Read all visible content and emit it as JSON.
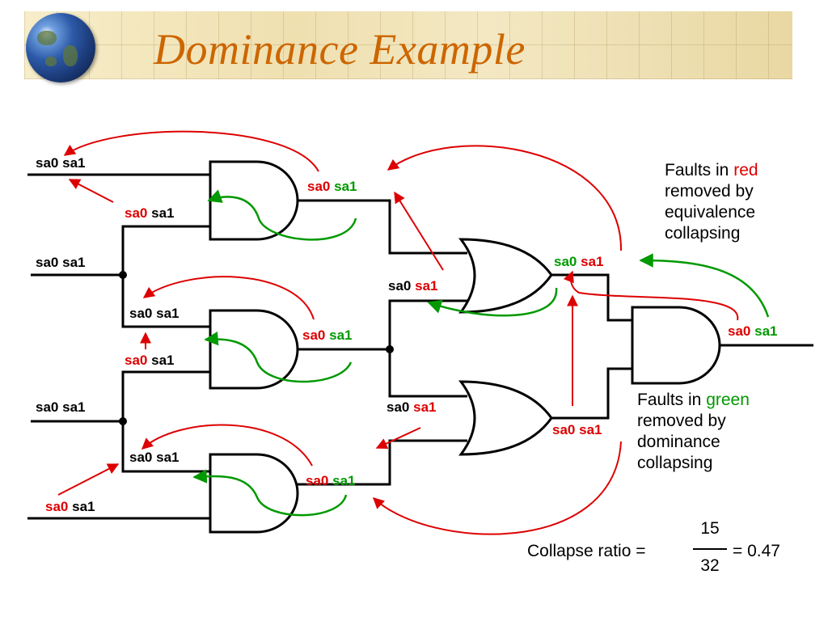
{
  "title": "Dominance Example",
  "labels": {
    "in1": [
      "sa0",
      "sa1"
    ],
    "in2": [
      "sa0",
      "sa1"
    ],
    "in3": [
      "sa0",
      "sa1"
    ],
    "in4": [
      "sa0",
      "sa1"
    ],
    "g1_in_b": [
      "sa0",
      "sa1"
    ],
    "g2_in_a": [
      "sa0",
      "sa1"
    ],
    "g2_in_b": [
      "sa0",
      "sa1"
    ],
    "g3_in_a": [
      "sa0",
      "sa1"
    ],
    "g1_out": [
      "sa0",
      "sa1"
    ],
    "g2_out": [
      "sa0",
      "sa1"
    ],
    "g3_out": [
      "sa0",
      "sa1"
    ],
    "or1_in_b": [
      "sa0",
      "sa1"
    ],
    "or2_in_a": [
      "sa0",
      "sa1"
    ],
    "or1_out": [
      "sa0",
      "sa1"
    ],
    "or2_out": [
      "sa0",
      "sa1"
    ],
    "final_out": [
      "sa0",
      "sa1"
    ]
  },
  "notes": {
    "red_note_prefix": "Faults in ",
    "red_note_color_word": "red",
    "red_note_rest": [
      "removed by",
      "equivalence",
      "collapsing"
    ],
    "green_note_prefix": "Faults in ",
    "green_note_color_word": "green",
    "green_note_rest": [
      "removed by",
      "dominance",
      "collapsing"
    ]
  },
  "ratio": {
    "label": "Collapse ratio =",
    "numerator": "15",
    "denominator": "32",
    "result": "= 0.47"
  },
  "colors": {
    "title": "#cc6600",
    "equivalence": "#dd0000",
    "dominance": "#009900"
  }
}
